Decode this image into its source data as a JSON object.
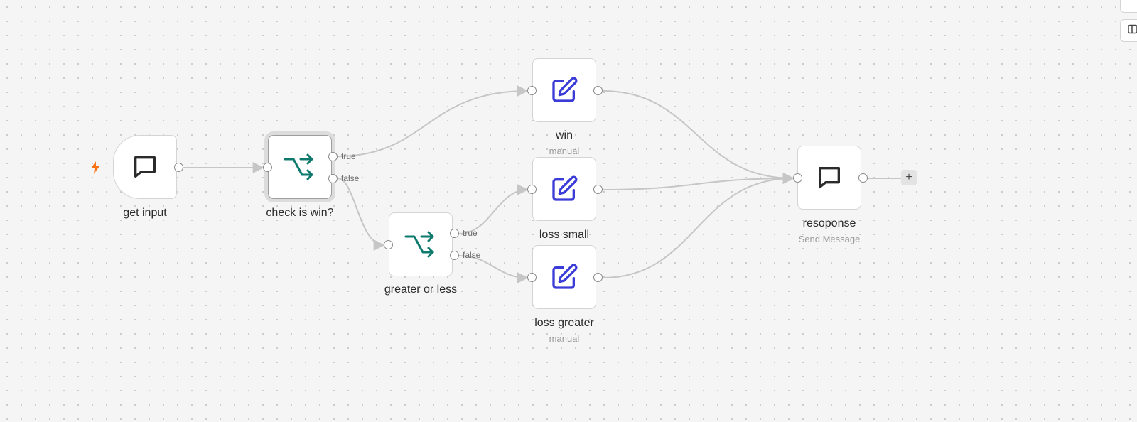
{
  "nodes": {
    "get_input": {
      "title": "get input",
      "icon": "chat-icon"
    },
    "check_win": {
      "title": "check is win?",
      "icon": "branch-icon",
      "true_label": "true",
      "false_label": "false"
    },
    "greater_less": {
      "title": "greater or less",
      "icon": "branch-icon",
      "true_label": "true",
      "false_label": "false"
    },
    "win": {
      "title": "win",
      "subtitle": "manual",
      "icon": "edit-icon"
    },
    "loss_small": {
      "title": "loss small",
      "icon": "edit-icon"
    },
    "loss_greater": {
      "title": "loss greater",
      "subtitle": "manual",
      "icon": "edit-icon"
    },
    "response": {
      "title": "resoponse",
      "subtitle": "Send Message",
      "icon": "chat-icon"
    }
  },
  "add_button": {
    "label": "+"
  },
  "colors": {
    "branch": "#0e7a6e",
    "edit": "#3b3bd8",
    "trigger": "#f97316",
    "edge": "#c6c6c6"
  }
}
